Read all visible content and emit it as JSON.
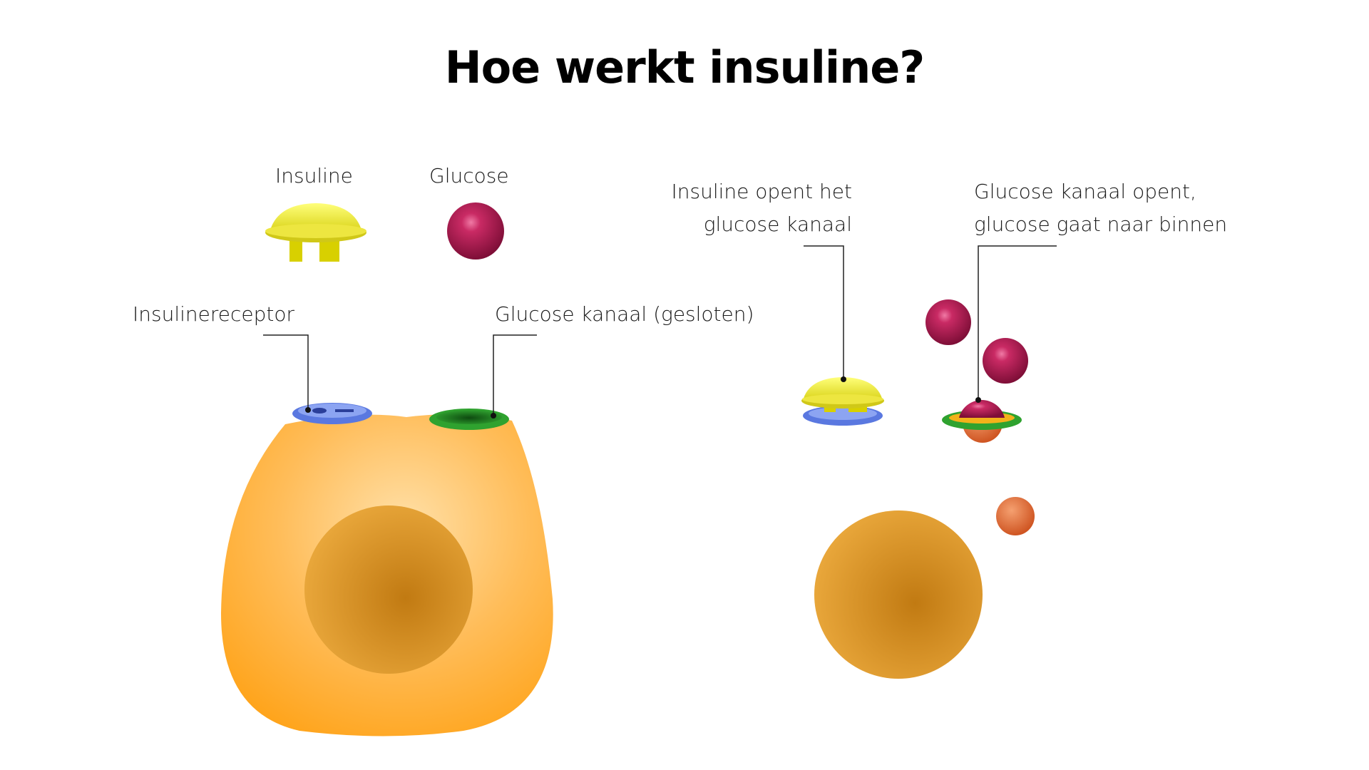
{
  "title": "Hoe werkt insuline?",
  "legend": {
    "insulin_label": "Insuline",
    "glucose_label": "Glucose"
  },
  "labels": {
    "receptor": "Insulinereceptor",
    "channel_closed": "Glucose kanaal (gesloten)",
    "insulin_opens_line1": "Insuline opent het",
    "insulin_opens_line2": "glucose kanaal",
    "channel_opens_line1": "Glucose kanaal opent,",
    "channel_opens_line2": "glucose gaat naar binnen"
  },
  "colors": {
    "cell": "#FFA726",
    "nucleus": "#D8921E",
    "insulin": "#F2EC2A",
    "glucose": "#B2174F",
    "receptor": "#5A78E0",
    "channel": "#2FA22F",
    "energy": "#E0652A"
  }
}
